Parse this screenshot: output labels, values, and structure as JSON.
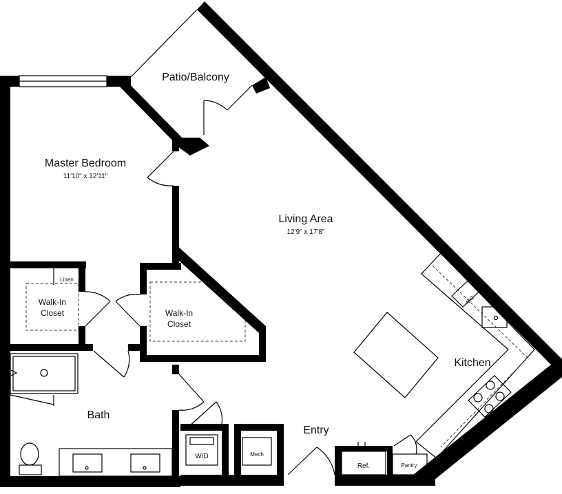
{
  "rooms": {
    "patio": {
      "name": "Patio/Balcony"
    },
    "master_bedroom": {
      "name": "Master Bedroom",
      "dimensions": "11'10\" x 12'11\""
    },
    "living_area": {
      "name": "Living Area",
      "dimensions": "12'9\" x 17'8\""
    },
    "kitchen": {
      "name": "Kitchen"
    },
    "walk_in_closet_1": {
      "name": "Walk-In\nCloset",
      "line1": "Walk-In",
      "line2": "Closet"
    },
    "walk_in_closet_2": {
      "line1": "Walk-In",
      "line2": "Closet"
    },
    "linen": {
      "name": "Linen"
    },
    "bath": {
      "name": "Bath"
    },
    "entry": {
      "name": "Entry"
    },
    "wd": {
      "name": "W/D"
    },
    "mech": {
      "name": "Mech"
    },
    "ref": {
      "name": "Ref."
    },
    "pantry": {
      "name": "Pantry"
    },
    "dw": {
      "name": "DW"
    }
  }
}
